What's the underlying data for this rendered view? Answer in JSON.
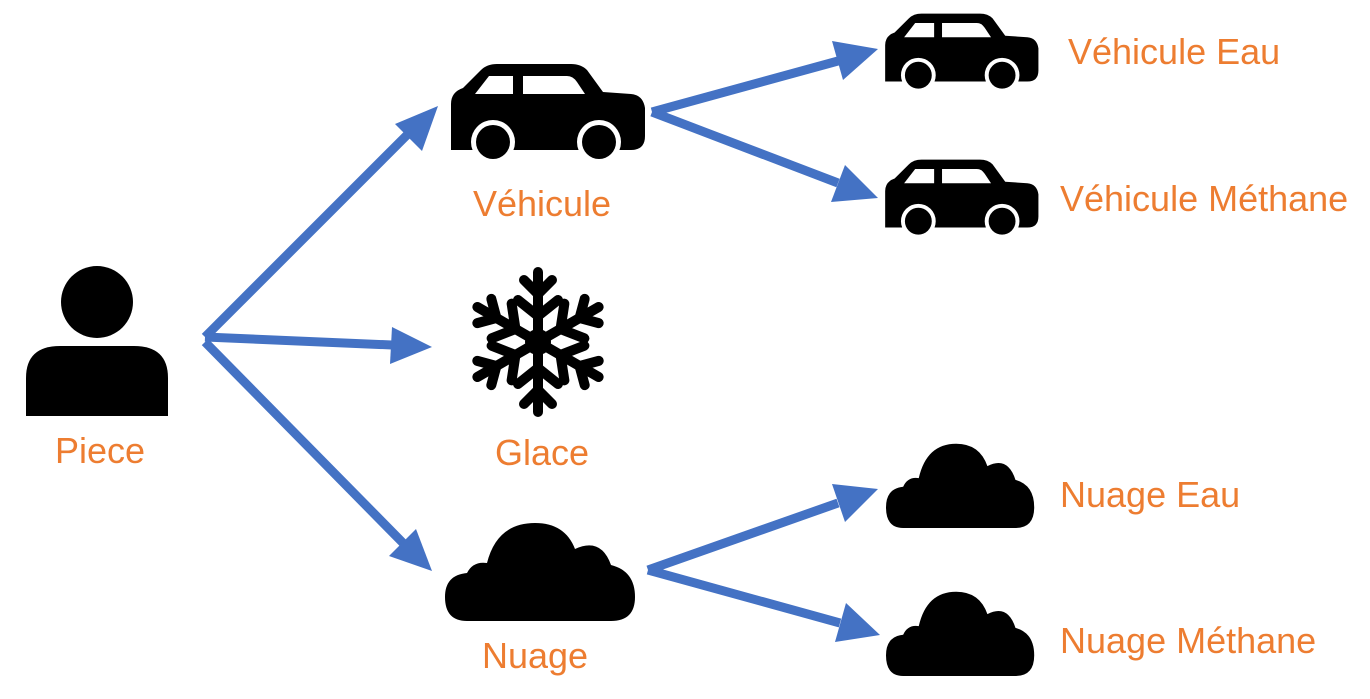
{
  "colors": {
    "arrow": "#4472C4",
    "label": "#ED7D31",
    "icon": "#000000",
    "background": "#FFFFFF"
  },
  "nodes": {
    "piece": {
      "label": "Piece",
      "icon": "person-icon"
    },
    "vehicule": {
      "label": "Véhicule",
      "icon": "car-icon"
    },
    "glace": {
      "label": "Glace",
      "icon": "snowflake-icon"
    },
    "nuage": {
      "label": "Nuage",
      "icon": "cloud-icon"
    },
    "vehicule_eau": {
      "label": "Véhicule Eau",
      "icon": "car-icon"
    },
    "vehicule_methane": {
      "label": "Véhicule Méthane",
      "icon": "car-icon"
    },
    "nuage_eau": {
      "label": "Nuage Eau",
      "icon": "cloud-icon"
    },
    "nuage_methane": {
      "label": "Nuage Méthane",
      "icon": "cloud-icon"
    }
  },
  "edges": [
    {
      "from": "piece",
      "to": "vehicule"
    },
    {
      "from": "piece",
      "to": "glace"
    },
    {
      "from": "piece",
      "to": "nuage"
    },
    {
      "from": "vehicule",
      "to": "vehicule_eau"
    },
    {
      "from": "vehicule",
      "to": "vehicule_methane"
    },
    {
      "from": "nuage",
      "to": "nuage_eau"
    },
    {
      "from": "nuage",
      "to": "nuage_methane"
    }
  ]
}
